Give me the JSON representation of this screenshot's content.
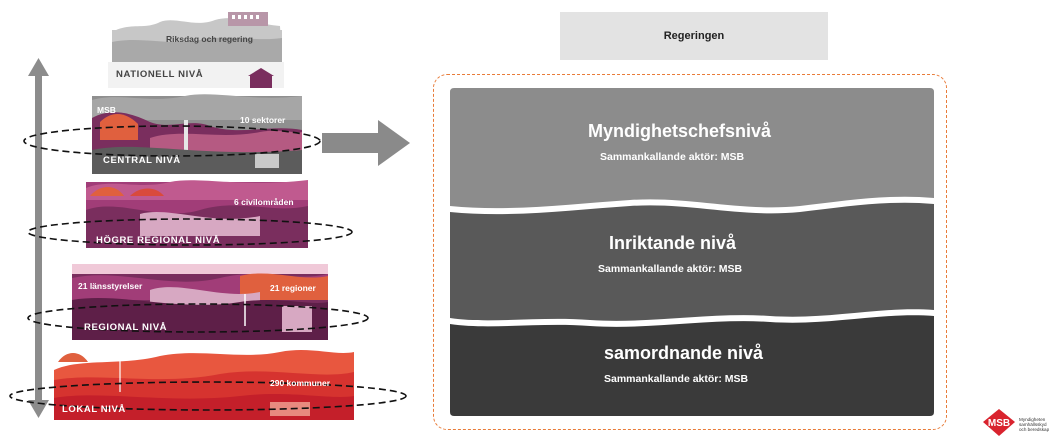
{
  "left_levels": {
    "national_tag": "Riksdag och regering",
    "national_label": "NATIONELL NIVÅ",
    "central_tag_msb": "MSB",
    "central_tag_sectors": "10 sektorer",
    "central_label": "CENTRAL NIVÅ",
    "higher_regional_tag": "6 civilområden",
    "higher_regional_label": "HÖGRE REGIONAL NIVÅ",
    "regional_tag_left": "21 länsstyrelser",
    "regional_tag_right": "21 regioner",
    "regional_label": "REGIONAL NIVÅ",
    "local_tag": "290 kommuner",
    "local_label": "LOKAL NIVÅ"
  },
  "regeringen": "Regeringen",
  "layers": [
    {
      "title": "Myndighetschefsnivå",
      "subtitle": "Sammankallande aktör: MSB",
      "color": "#8c8c8c"
    },
    {
      "title": "Inriktande nivå",
      "subtitle": "Sammankallande aktör: MSB",
      "color": "#595959"
    },
    {
      "title": "samordnande nivå",
      "subtitle": "Sammankallande aktör: MSB",
      "color": "#3a3a3a"
    }
  ],
  "logo": {
    "mark": "MSB",
    "text_line1": "Myndigheten",
    "text_line2": "samhällsskyd",
    "text_line3": "och beredskap"
  },
  "colors": {
    "frame_border": "#e87c3a",
    "arrow": "#8a8a8a",
    "logo_red": "#d9232e"
  }
}
